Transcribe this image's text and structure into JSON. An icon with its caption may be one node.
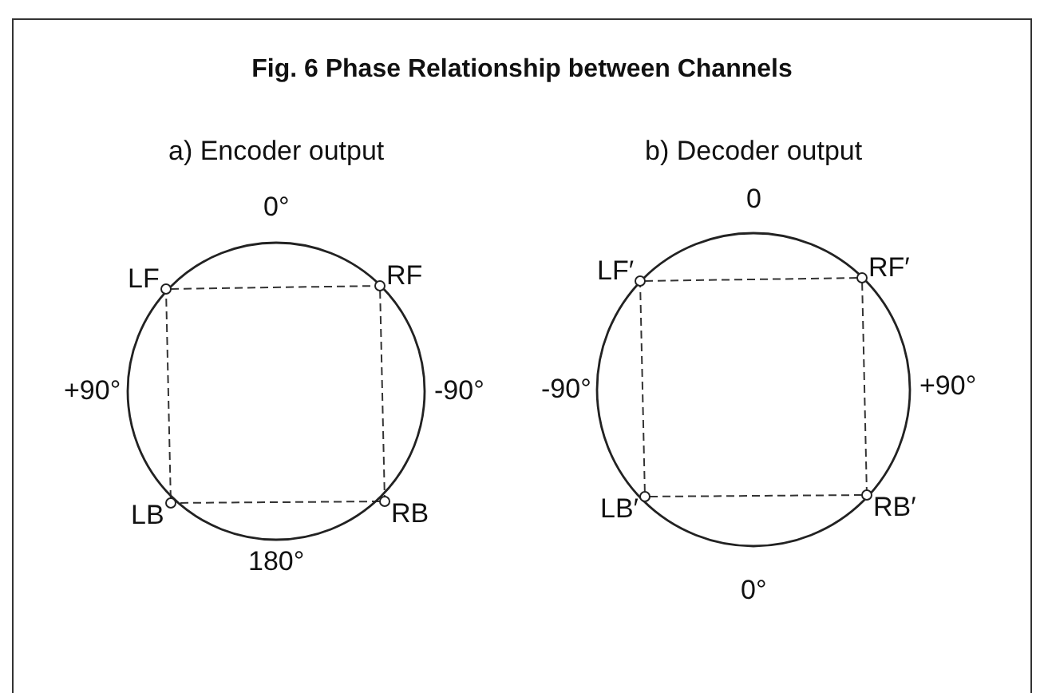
{
  "diagram": {
    "title": "Fig. 6 Phase Relationship between Channels",
    "nodes": [
      {
        "text": [
          "a) Encoder output"
        ],
        "beside": [
          "0°",
          "+90°",
          "-90°",
          "180°"
        ]
      },
      {
        "text": [
          "LF"
        ],
        "in": 0
      },
      {
        "text": [
          "RF"
        ],
        "in": 0
      },
      {
        "text": [
          "LB"
        ],
        "in": 0
      },
      {
        "text": [
          "RB"
        ],
        "in": 0
      },
      {
        "text": [
          "b) Decoder output"
        ],
        "beside": [
          "0",
          "-90°",
          "+90°",
          "0°"
        ]
      },
      {
        "text": [
          "LF′"
        ],
        "in": 5
      },
      {
        "text": [
          "RF′"
        ],
        "in": 5
      },
      {
        "text": [
          "LB′"
        ],
        "in": 5
      },
      {
        "text": [
          "RB′"
        ],
        "in": 5
      }
    ],
    "edges": [
      {
        "from": 1,
        "to": 2,
        "arrow": "none",
        "style": "dashed"
      },
      {
        "from": 2,
        "to": 4,
        "arrow": "none",
        "style": "dashed"
      },
      {
        "from": 4,
        "to": 3,
        "arrow": "none",
        "style": "dashed"
      },
      {
        "from": 3,
        "to": 1,
        "arrow": "none",
        "style": "dashed"
      },
      {
        "from": 6,
        "to": 7,
        "arrow": "none",
        "style": "dashed"
      },
      {
        "from": 7,
        "to": 9,
        "arrow": "none",
        "style": "dashed"
      },
      {
        "from": 9,
        "to": 8,
        "arrow": "none",
        "style": "dashed"
      },
      {
        "from": 8,
        "to": 6,
        "arrow": "none",
        "style": "dashed"
      }
    ]
  }
}
